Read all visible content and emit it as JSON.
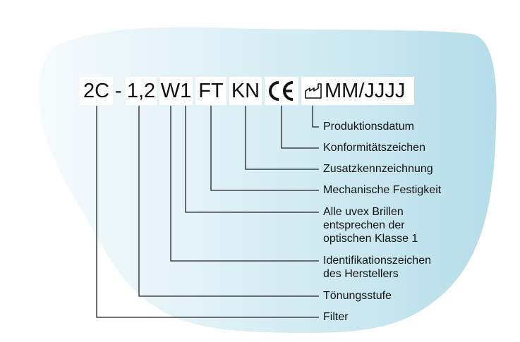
{
  "code": {
    "filter": "2C",
    "separator": "-",
    "shade": "1,2",
    "manufacturer": "W1",
    "optical_class": "",
    "mechanical": "FT",
    "additional": "KN",
    "ce_mark": "CE",
    "date": "MM/JJJJ",
    "date_icon": "factory-icon"
  },
  "labels": {
    "production_date": "Produktionsdatum",
    "conformity": "Konformitätszeichen",
    "additional": "Zusatzkennzeichnung",
    "mechanical": "Mechanische Festigkeit",
    "optical_class_line1": "Alle uvex Brillen",
    "optical_class_line2": "entsprechen der",
    "optical_class_line3": "optischen Klasse 1",
    "manufacturer_line1": "Identifikationszeichen",
    "manufacturer_line2": "des Herstellers",
    "shade": "Tönungsstufe",
    "filter": "Filter"
  },
  "colors": {
    "lens_light": "#f4fafc",
    "lens_dark": "#b9dfea",
    "line": "#222222"
  }
}
